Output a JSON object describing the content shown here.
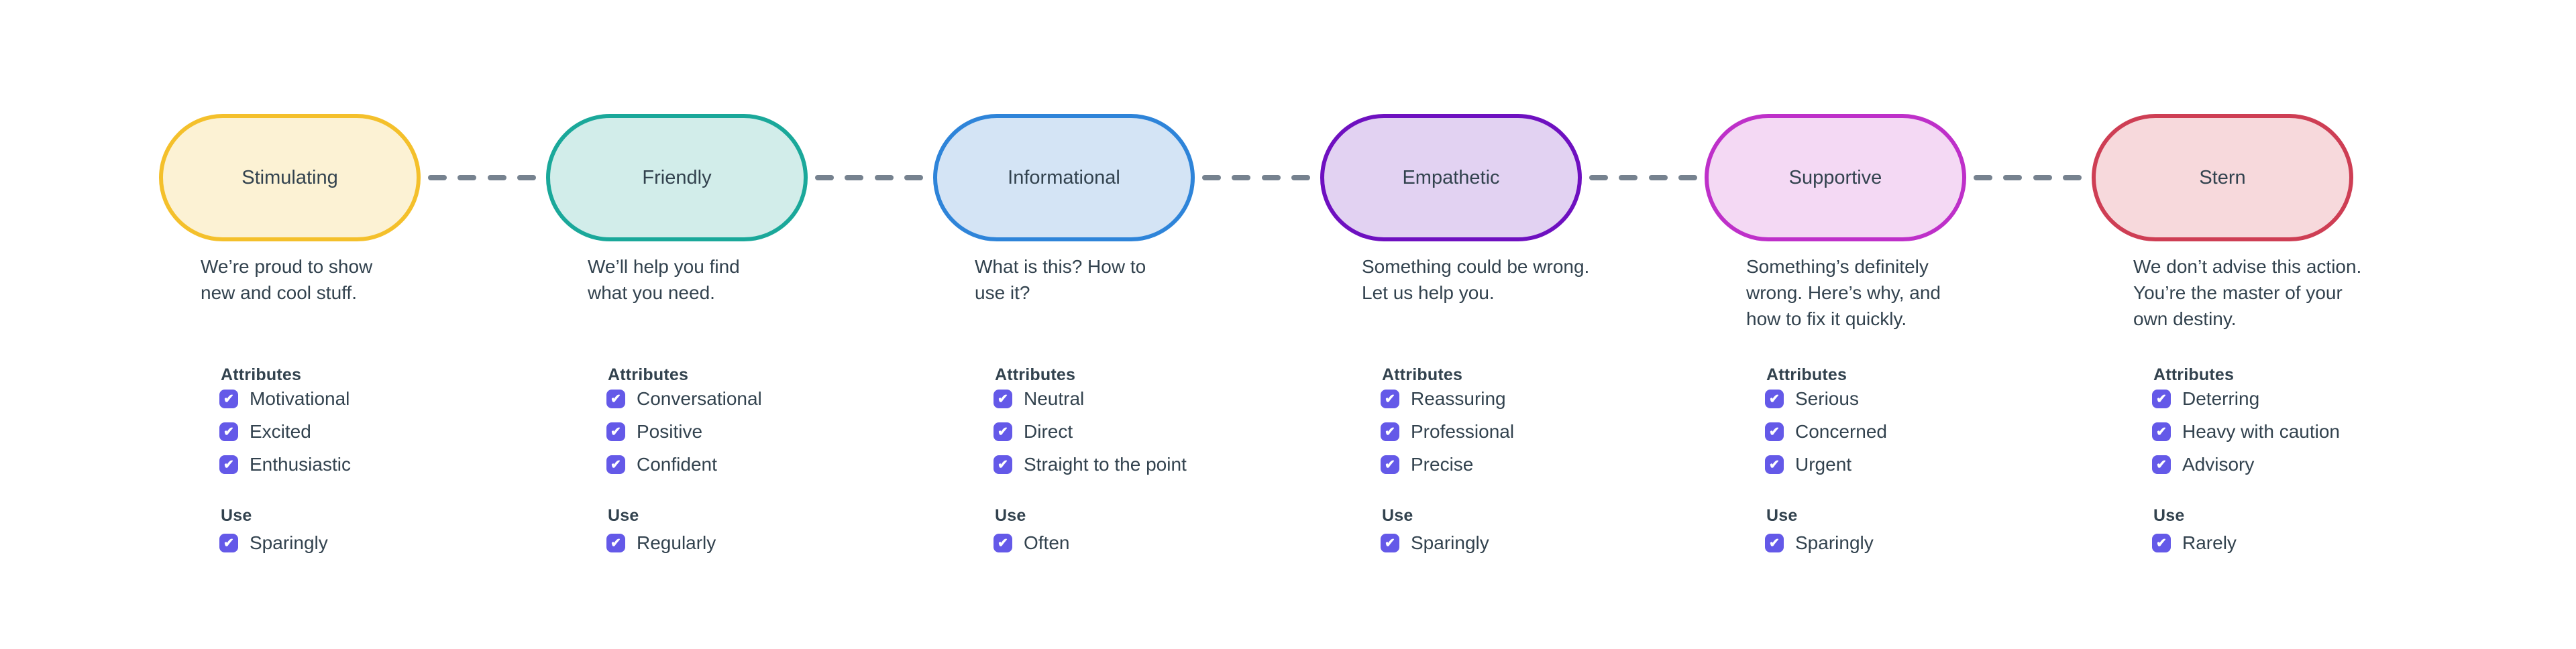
{
  "icons": {
    "checkbox_check": "✔"
  },
  "palette": {
    "text": "#32424E",
    "connector": "#76828F",
    "checkbox": "#6459E8",
    "background": "#FFFFFF"
  },
  "diagram": {
    "attributes_label": "Attributes",
    "use_label": "Use",
    "tones": [
      {
        "name": "Stimulating",
        "description": [
          "We’re proud to show",
          "new and cool stuff."
        ],
        "attributes": [
          "Motivational",
          "Excited",
          "Enthusiastic"
        ],
        "use": "Sparingly",
        "colors": {
          "border": "#F4C02B",
          "fill": "#FCF2D4"
        }
      },
      {
        "name": "Friendly",
        "description": [
          "We’ll help you find",
          "what you need."
        ],
        "attributes": [
          "Conversational",
          "Positive",
          "Confident"
        ],
        "use": "Regularly",
        "colors": {
          "border": "#1AA89A",
          "fill": "#D2EDEA"
        }
      },
      {
        "name": "Informational",
        "description": [
          "What is this? How to",
          "use it?"
        ],
        "attributes": [
          "Neutral",
          "Direct",
          "Straight to the point"
        ],
        "use": "Often",
        "colors": {
          "border": "#2E84D9",
          "fill": "#D4E4F5"
        }
      },
      {
        "name": "Empathetic",
        "description": [
          "Something could be wrong.",
          "Let us help you."
        ],
        "attributes": [
          "Reassuring",
          "Professional",
          "Precise"
        ],
        "use": "Sparingly",
        "colors": {
          "border": "#6E10C0",
          "fill": "#E2D2F2"
        }
      },
      {
        "name": "Supportive",
        "description": [
          "Something’s definitely",
          "wrong. Here’s why, and",
          "how to fix it quickly."
        ],
        "attributes": [
          "Serious",
          "Concerned",
          "Urgent"
        ],
        "use": "Sparingly",
        "colors": {
          "border": "#BE30C9",
          "fill": "#F4D9F4"
        }
      },
      {
        "name": "Stern",
        "description": [
          "We don’t advise this action.",
          "You’re the master of your",
          "own destiny."
        ],
        "attributes": [
          "Deterring",
          "Heavy with caution",
          "Advisory"
        ],
        "use": "Rarely",
        "colors": {
          "border": "#CE3E54",
          "fill": "#F7D9DC"
        }
      }
    ]
  }
}
